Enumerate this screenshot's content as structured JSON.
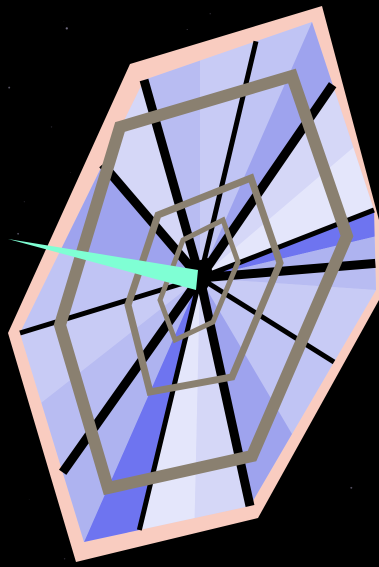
{
  "scene": {
    "background": "#000000",
    "frame_color": "#f9ccc0",
    "ring_color": "#8a8070",
    "spoke_color": "#000000",
    "needle_color": "#7fffd4",
    "panel_colors": [
      "#b8bcf2",
      "#9ea3ee",
      "#6e74f0",
      "#c8cbf5",
      "#d5d7f7",
      "#aeb3f0",
      "#c0c4f4",
      "#e4e6fb"
    ],
    "components": [
      "web-frame",
      "web-panels",
      "rings",
      "spokes",
      "needle",
      "star-field"
    ]
  }
}
